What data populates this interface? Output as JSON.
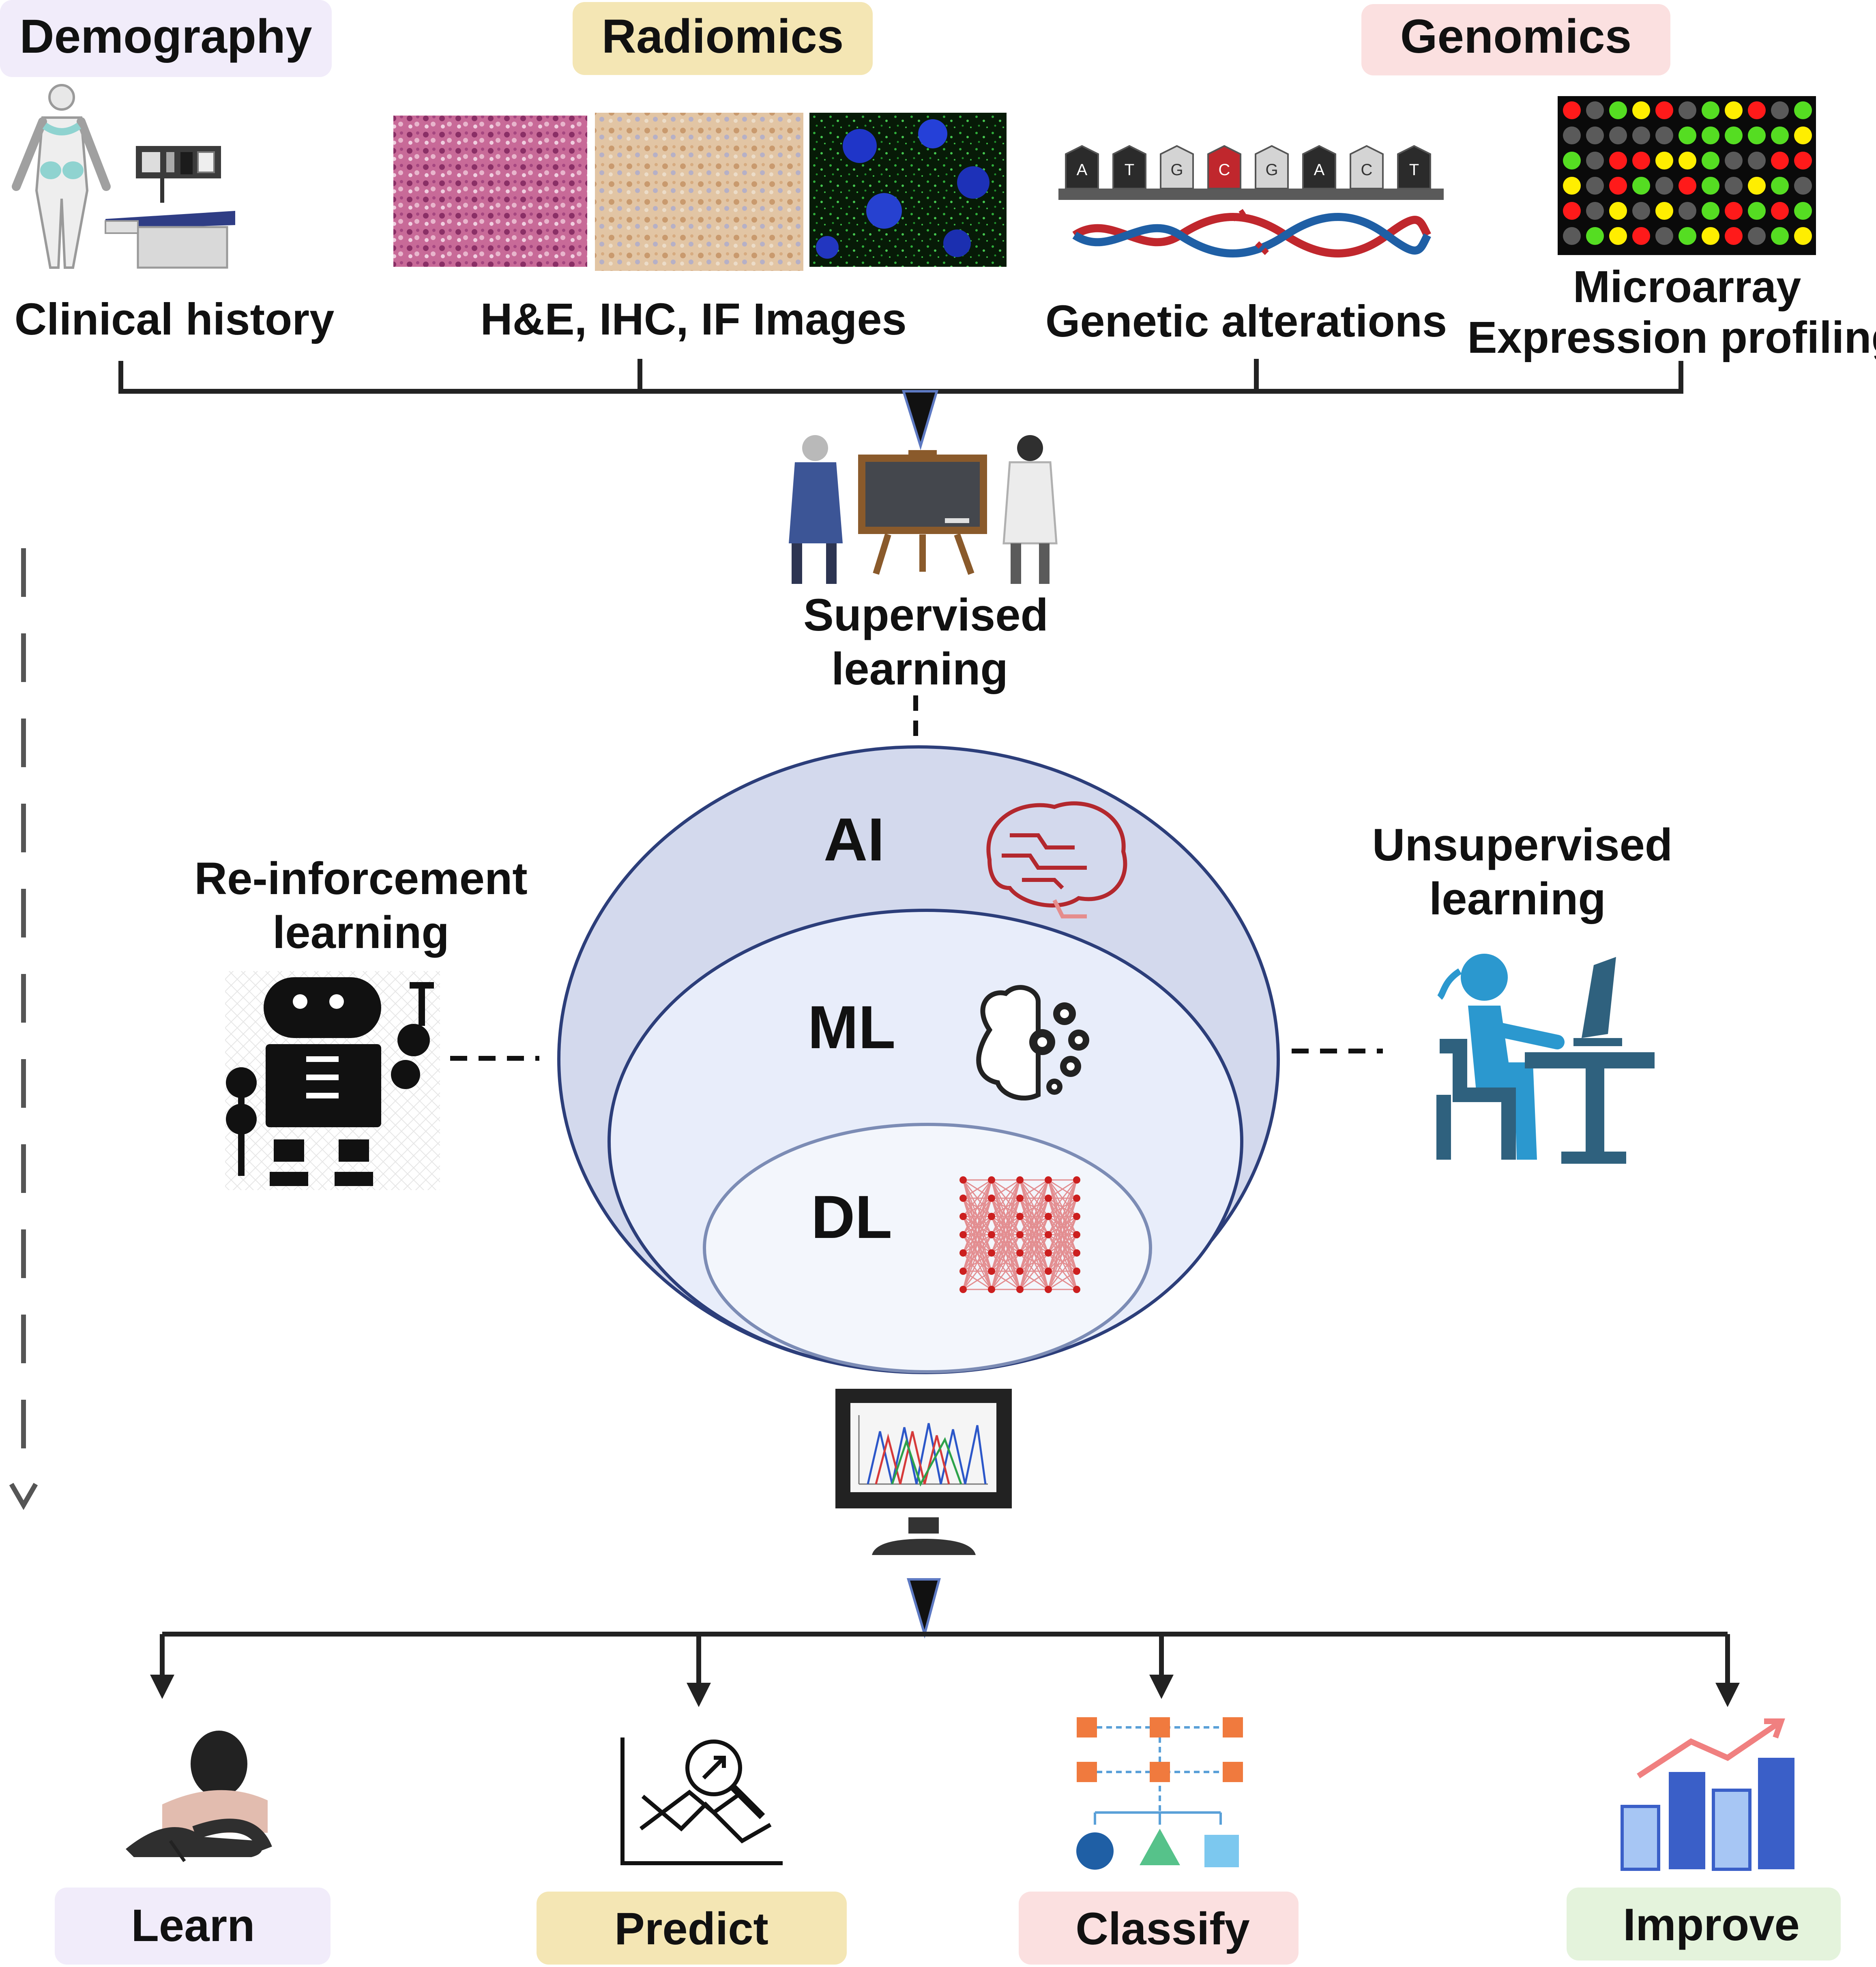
{
  "categories": {
    "demography": {
      "label": "Demography",
      "color": "#f1ecfa"
    },
    "radiomics": {
      "label": "Radiomics",
      "color": "#f4e6b4"
    },
    "genomics": {
      "label": "Genomics",
      "color": "#fbe0e0"
    }
  },
  "sources": {
    "clinical": "Clinical history",
    "images": "H&E, IHC, IF Images",
    "genetic": "Genetic  alterations",
    "microarray_line1": "Microarray",
    "microarray_line2": "Expression profiling"
  },
  "dna_bases": [
    "A",
    "T",
    "G",
    "C",
    "G",
    "A",
    "C",
    "T"
  ],
  "learning": {
    "supervised_line1": "Supervised",
    "supervised_line2": "learning",
    "reinforcement_line1": "Re-inforcement",
    "reinforcement_line2": "learning",
    "unsupervised_line1": "Unsupervised",
    "unsupervised_line2": "learning"
  },
  "nested": {
    "ai": "AI",
    "ml": "ML",
    "dl": "DL",
    "colors": {
      "outer": "#d3d9ed",
      "middle": "#e8edfa",
      "inner": "#f3f6fc",
      "stroke": "#2c3e7a"
    }
  },
  "outputs": [
    {
      "label": "Learn",
      "color": "#f1ecfa"
    },
    {
      "label": "Predict",
      "color": "#f4e6b4"
    },
    {
      "label": "Classify",
      "color": "#fbe0e0"
    },
    {
      "label": "Improve",
      "color": "#e4f3dc"
    }
  ]
}
